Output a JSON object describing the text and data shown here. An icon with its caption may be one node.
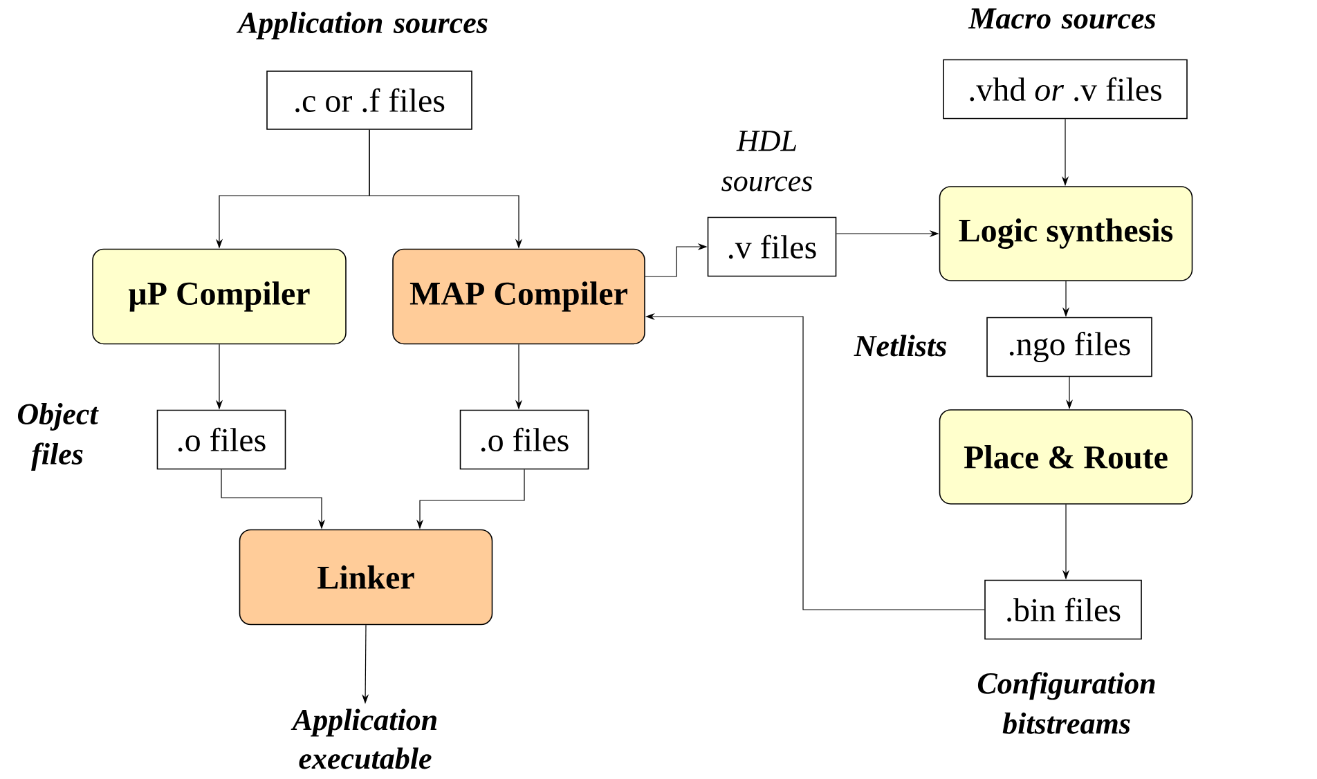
{
  "diagram": {
    "nodes": [
      {
        "text": [
          ".c or .f  files"
        ],
        "beside": [
          "Application sources"
        ]
      },
      {
        "text": [
          "μP Compiler"
        ]
      },
      {
        "text": [
          "MAP Compiler"
        ]
      },
      {
        "text": [
          ".v files"
        ],
        "beside": [
          "HDL sources"
        ]
      },
      {
        "text": [
          ".vhd *or* .v files"
        ],
        "beside": [
          "Macro sources"
        ]
      },
      {
        "text": [
          "Logic synthesis"
        ]
      },
      {
        "text": [
          ".ngo files"
        ],
        "beside": [
          "Netlists"
        ]
      },
      {
        "text": [
          "Place & Route"
        ]
      },
      {
        "text": [
          ".bin files"
        ],
        "beside": [
          "Configuration bitstreams"
        ]
      },
      {
        "text": [
          ".o files"
        ]
      },
      {
        "text": [
          ".o files"
        ]
      },
      {
        "text": [
          "Linker"
        ]
      },
      {
        "text": [
          "Application executable"
        ]
      }
    ],
    "edges": [
      {
        "from": 0,
        "to": 1,
        "arrow": "to"
      },
      {
        "from": 0,
        "to": 2,
        "arrow": "to"
      },
      {
        "from": 2,
        "to": 3,
        "arrow": "to"
      },
      {
        "from": 3,
        "to": 5,
        "arrow": "to"
      },
      {
        "from": 4,
        "to": 5,
        "arrow": "to"
      },
      {
        "from": 5,
        "to": 6,
        "arrow": "to"
      },
      {
        "from": 6,
        "to": 7,
        "arrow": "to"
      },
      {
        "from": 7,
        "to": 8,
        "arrow": "to"
      },
      {
        "from": 8,
        "to": 2,
        "arrow": "to"
      },
      {
        "from": 1,
        "to": 9,
        "arrow": "to"
      },
      {
        "from": 2,
        "to": 10,
        "arrow": "to"
      },
      {
        "from": 9,
        "to": 11,
        "arrow": "to"
      },
      {
        "from": 10,
        "to": 11,
        "arrow": "to"
      },
      {
        "from": 11,
        "to": 12,
        "arrow": "to"
      }
    ],
    "labels": [
      "Object files"
    ]
  }
}
